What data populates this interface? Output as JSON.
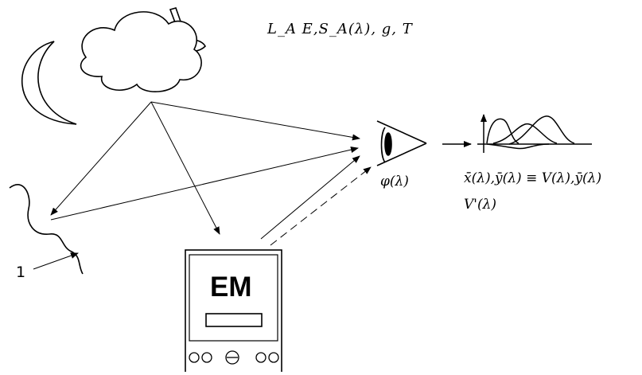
{
  "illumination_params": "L_A E,S_A(λ), g,  T",
  "eye_sensitivity": "φ(λ)",
  "color_matching": "x̄(λ),ȳ(λ) ≡ V(λ),ȳ(λ)",
  "scotopic": "V'(λ)",
  "surface_label": "1",
  "meter_label": "EM",
  "icons": [
    "moon-icon",
    "cloud-icon",
    "sun-icon",
    "eye-icon",
    "spectral-curves-icon",
    "meter-icon"
  ],
  "colors": {
    "ink": "#000000",
    "background": "#ffffff"
  }
}
